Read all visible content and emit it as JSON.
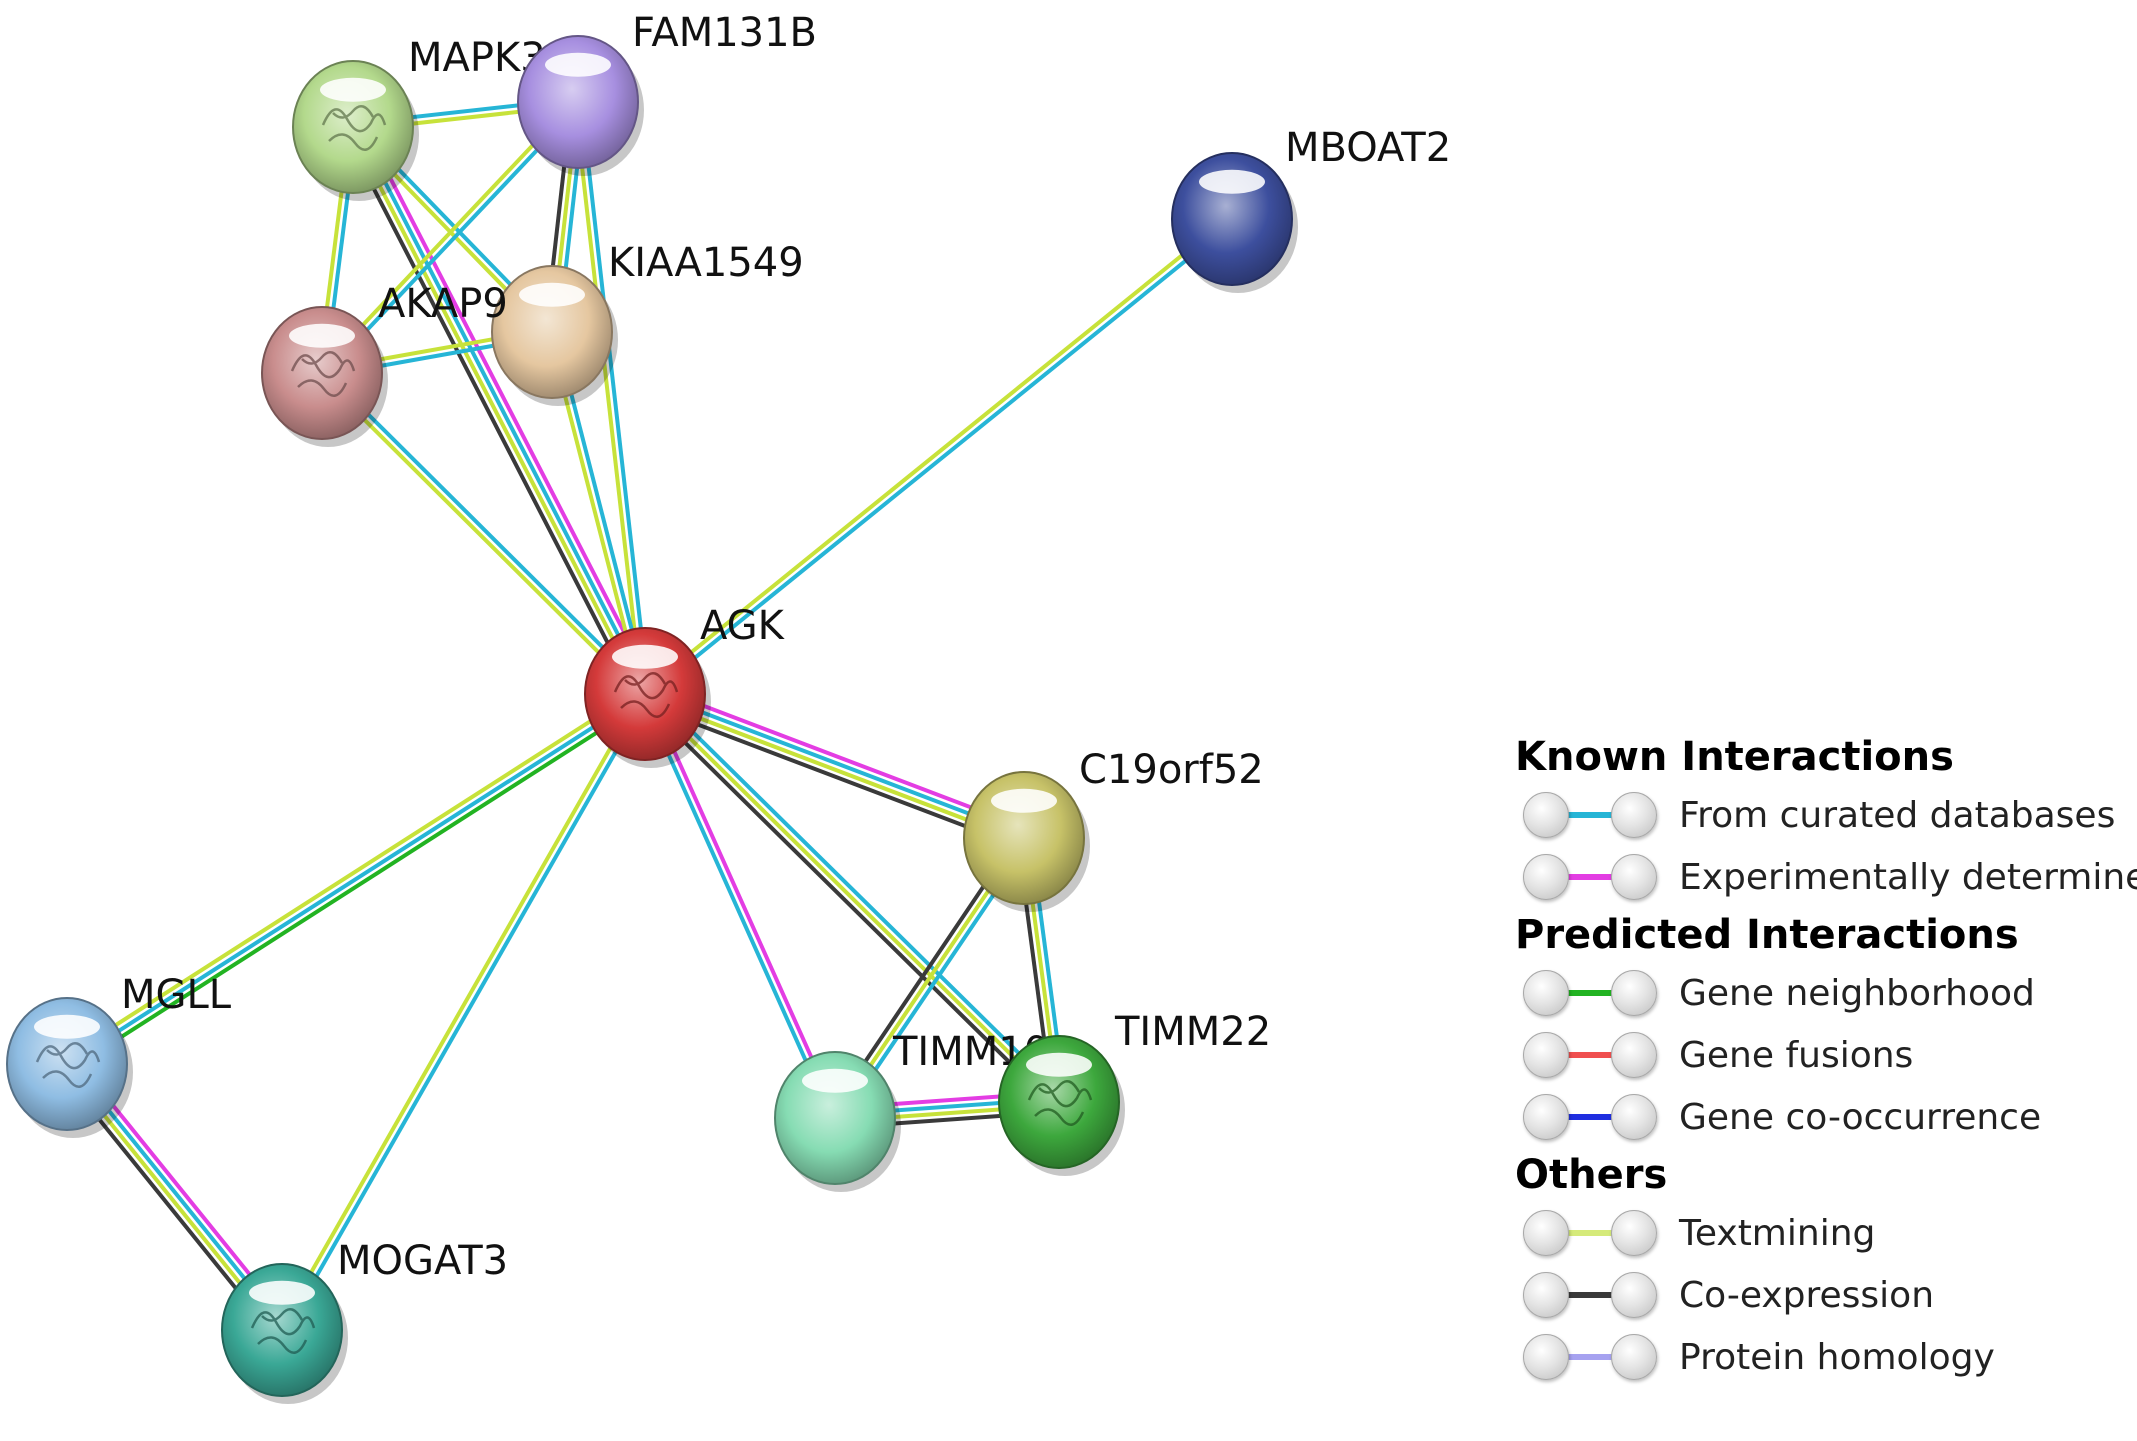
{
  "nodes": [
    {
      "id": "MAPK3",
      "label": "MAPK3",
      "color": "#b3d98c",
      "icon": "protein-structure-icon"
    },
    {
      "id": "FAM131B",
      "label": "FAM131B",
      "color": "#a78fe0",
      "icon": null
    },
    {
      "id": "MBOAT2",
      "label": "MBOAT2",
      "color": "#3d4f9e",
      "icon": null
    },
    {
      "id": "KIAA1549",
      "label": "KIAA1549",
      "color": "#e5c7a0",
      "icon": null
    },
    {
      "id": "AKAP9",
      "label": "AKAP9",
      "color": "#c98d8d",
      "icon": "protein-structure-icon"
    },
    {
      "id": "AGK",
      "label": "AGK",
      "color": "#d43a3a",
      "icon": "protein-structure-icon"
    },
    {
      "id": "C19orf52",
      "label": "C19orf52",
      "color": "#c7c268",
      "icon": null
    },
    {
      "id": "MGLL",
      "label": "MGLL",
      "color": "#8fbde3",
      "icon": "protein-structure-icon"
    },
    {
      "id": "TIMM10B",
      "label": "TIMM10B",
      "color": "#86dcb3",
      "icon": null
    },
    {
      "id": "TIMM22",
      "label": "TIMM22",
      "color": "#3da83d",
      "icon": "protein-structure-icon"
    },
    {
      "id": "MOGAT3",
      "label": "MOGAT3",
      "color": "#3aa896",
      "icon": "protein-structure-icon"
    }
  ],
  "edges": [
    {
      "source": "MAPK3",
      "target": "FAM131B",
      "types": [
        "curated",
        "textmining"
      ]
    },
    {
      "source": "MAPK3",
      "target": "AKAP9",
      "types": [
        "curated",
        "textmining"
      ]
    },
    {
      "source": "MAPK3",
      "target": "KIAA1549",
      "types": [
        "curated",
        "textmining"
      ]
    },
    {
      "source": "MAPK3",
      "target": "AGK",
      "types": [
        "experimental",
        "curated",
        "textmining",
        "coexpression"
      ]
    },
    {
      "source": "FAM131B",
      "target": "AKAP9",
      "types": [
        "curated",
        "textmining"
      ]
    },
    {
      "source": "FAM131B",
      "target": "KIAA1549",
      "types": [
        "curated",
        "textmining",
        "coexpression"
      ]
    },
    {
      "source": "FAM131B",
      "target": "AGK",
      "types": [
        "curated",
        "textmining"
      ]
    },
    {
      "source": "KIAA1549",
      "target": "AKAP9",
      "types": [
        "curated",
        "textmining"
      ]
    },
    {
      "source": "KIAA1549",
      "target": "AGK",
      "types": [
        "curated",
        "textmining"
      ]
    },
    {
      "source": "AKAP9",
      "target": "AGK",
      "types": [
        "curated",
        "textmining"
      ]
    },
    {
      "source": "MBOAT2",
      "target": "AGK",
      "types": [
        "curated",
        "textmining"
      ]
    },
    {
      "source": "AGK",
      "target": "C19orf52",
      "types": [
        "experimental",
        "curated",
        "textmining",
        "coexpression"
      ]
    },
    {
      "source": "AGK",
      "target": "TIMM10B",
      "types": [
        "experimental",
        "curated"
      ]
    },
    {
      "source": "AGK",
      "target": "TIMM22",
      "types": [
        "curated",
        "textmining",
        "coexpression"
      ]
    },
    {
      "source": "AGK",
      "target": "MGLL",
      "types": [
        "neighborhood",
        "curated",
        "textmining"
      ]
    },
    {
      "source": "AGK",
      "target": "MOGAT3",
      "types": [
        "curated",
        "textmining"
      ]
    },
    {
      "source": "C19orf52",
      "target": "TIMM10B",
      "types": [
        "curated",
        "textmining",
        "coexpression"
      ]
    },
    {
      "source": "C19orf52",
      "target": "TIMM22",
      "types": [
        "curated",
        "textmining",
        "coexpression"
      ]
    },
    {
      "source": "TIMM10B",
      "target": "TIMM22",
      "types": [
        "experimental",
        "curated",
        "textmining",
        "coexpression"
      ]
    },
    {
      "source": "MGLL",
      "target": "MOGAT3",
      "types": [
        "experimental",
        "curated",
        "textmining",
        "coexpression"
      ]
    }
  ],
  "edge_colors": {
    "curated": "#26b5d6",
    "experimental": "#e33de3",
    "neighborhood": "#22b322",
    "fusion": "#f04f4f",
    "cooccurrence": "#1f2ee0",
    "textmining": "#c7e23a",
    "coexpression": "#3a3a3a",
    "homology": "#a6a2f0"
  },
  "legend": {
    "groups": [
      {
        "title": "Known Interactions",
        "items": [
          {
            "label": "From curated databases",
            "color": "#26b5d6"
          },
          {
            "label": "Experimentally determined",
            "color": "#e33de3"
          }
        ]
      },
      {
        "title": "Predicted Interactions",
        "items": [
          {
            "label": "Gene neighborhood",
            "color": "#22b322"
          },
          {
            "label": "Gene fusions",
            "color": "#f04f4f"
          },
          {
            "label": "Gene co-occurrence",
            "color": "#1f2ee0"
          }
        ]
      },
      {
        "title": "Others",
        "items": [
          {
            "label": "Textmining",
            "color": "#d5ea7a"
          },
          {
            "label": "Co-expression",
            "color": "#3a3a3a"
          },
          {
            "label": "Protein homology",
            "color": "#a6a2f0"
          }
        ]
      }
    ]
  }
}
